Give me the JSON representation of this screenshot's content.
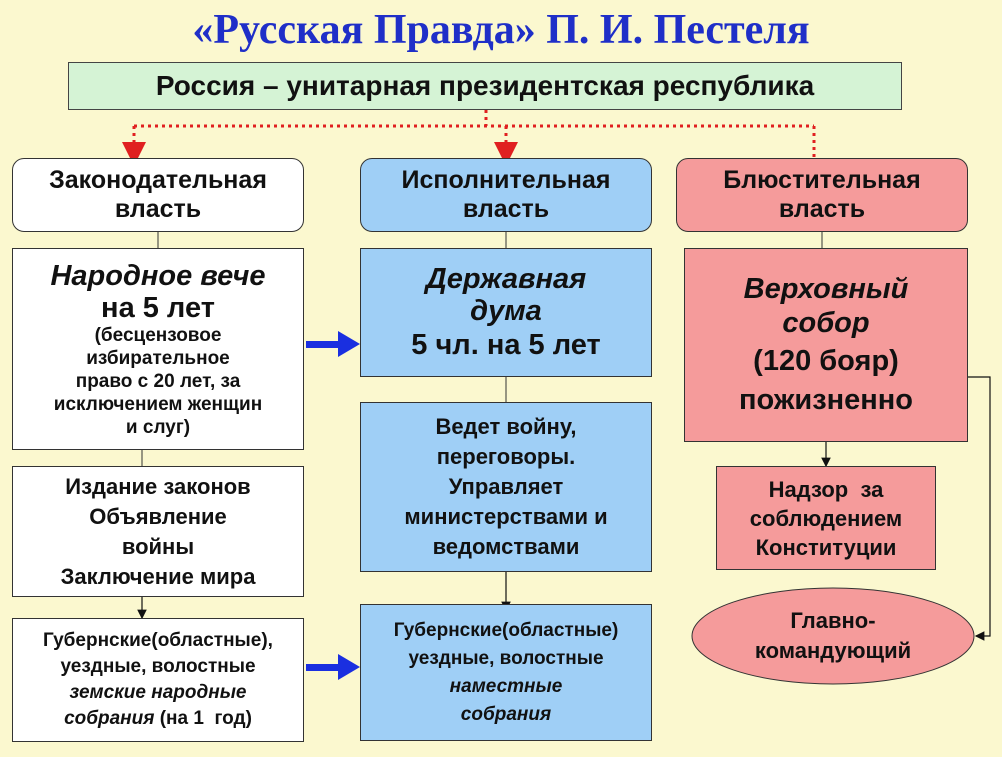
{
  "title": "«Русская Правда» П. И. Пестеля",
  "subtitle": "Россия – унитарная президентская республика",
  "branches": {
    "legislative": {
      "header": [
        "Законодательная",
        "власть"
      ],
      "body_title": [
        "Народное вече",
        "на 5 лет"
      ],
      "body_note": [
        "(бесцензовое",
        "избирательное",
        "право с 20 лет, за",
        "исключением женщин",
        "и слуг)"
      ],
      "functions": [
        "Издание законов",
        "Объявление",
        "войны",
        "Заключение мира"
      ],
      "local": {
        "line1": "Губернские(областные),",
        "line2": "уездные, волостные",
        "line3_italic": "земские народные",
        "line4_italic": "собрания",
        "line4_normal": " (на 1  год)"
      }
    },
    "executive": {
      "header": [
        "Исполнительная",
        "власть"
      ],
      "body_title": [
        "Державная",
        "дума"
      ],
      "body_sub": "5 чл. на 5 лет",
      "functions": [
        "Ведет войну,",
        "переговоры.",
        "Управляет",
        "министерствами и",
        "ведомствами"
      ],
      "local": [
        "Губернские(областные)",
        "уездные, волостные",
        "наместные",
        "собрания"
      ]
    },
    "supervisory": {
      "header": [
        "Блюстительная",
        "власть"
      ],
      "body_title": [
        "Верховный",
        "собор"
      ],
      "body_sub": [
        "(120 бояр)",
        "пожизненно"
      ],
      "functions": [
        "Надзор  за",
        "соблюдением",
        "Конституции"
      ],
      "commander": [
        "Главно-",
        "командующий"
      ]
    }
  },
  "colors": {
    "background": "#fbf8cf",
    "title": "#1f2fc8",
    "blue_box": "#9fcff6",
    "pink_box": "#f59b9b",
    "green_box": "#d5f3d5",
    "arrow_blue": "#1a2fe0",
    "dotted_red": "#e02020"
  }
}
